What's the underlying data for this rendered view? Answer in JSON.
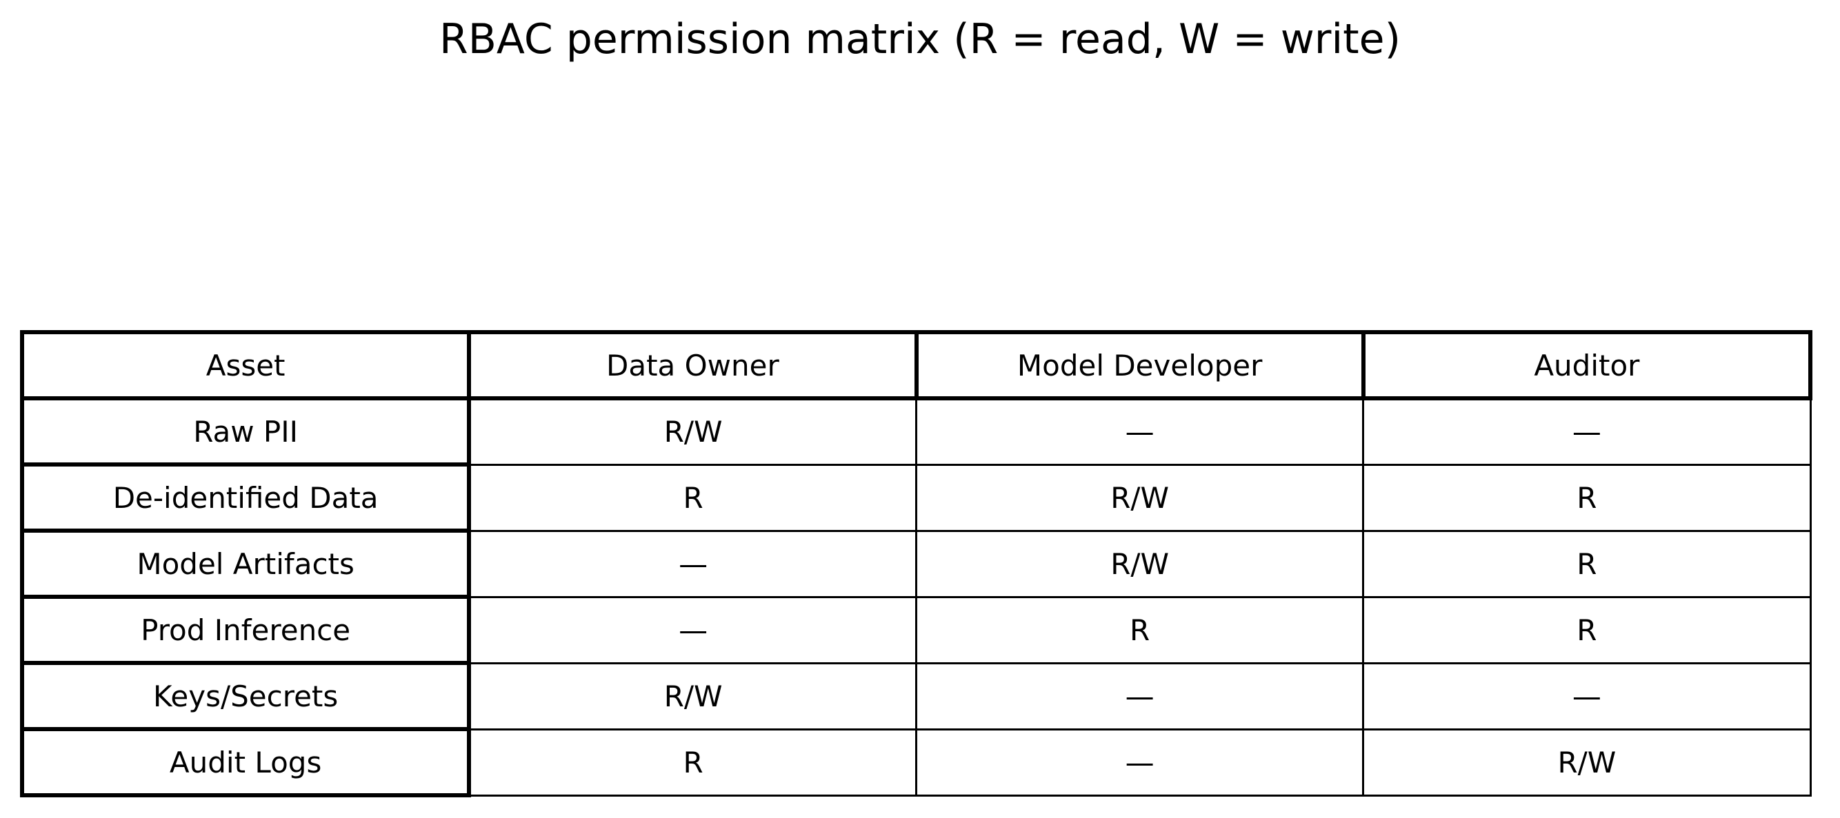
{
  "title": "RBAC permission matrix (R = read, W = write)",
  "chart_data": {
    "type": "table",
    "title": "RBAC permission matrix (R = read, W = write)",
    "legend_in_title": {
      "R": "read",
      "W": "write"
    },
    "columns": [
      "Asset",
      "Data Owner",
      "Model Developer",
      "Auditor"
    ],
    "rows": [
      [
        "Raw PII",
        "R/W",
        "—",
        "—"
      ],
      [
        "De-identified Data",
        "R",
        "R/W",
        "R"
      ],
      [
        "Model Artifacts",
        "—",
        "R/W",
        "R"
      ],
      [
        "Prod Inference",
        "—",
        "R",
        "R"
      ],
      [
        "Keys/Secrets",
        "R/W",
        "—",
        "—"
      ],
      [
        "Audit Logs",
        "R",
        "—",
        "R/W"
      ]
    ],
    "layout": {
      "header_row": true,
      "header_column": true,
      "grid": "all-borders",
      "emphasis": "thick borders on header row and first column"
    }
  },
  "colors": {
    "background": "#ffffff",
    "text": "#000000",
    "border": "#000000"
  }
}
